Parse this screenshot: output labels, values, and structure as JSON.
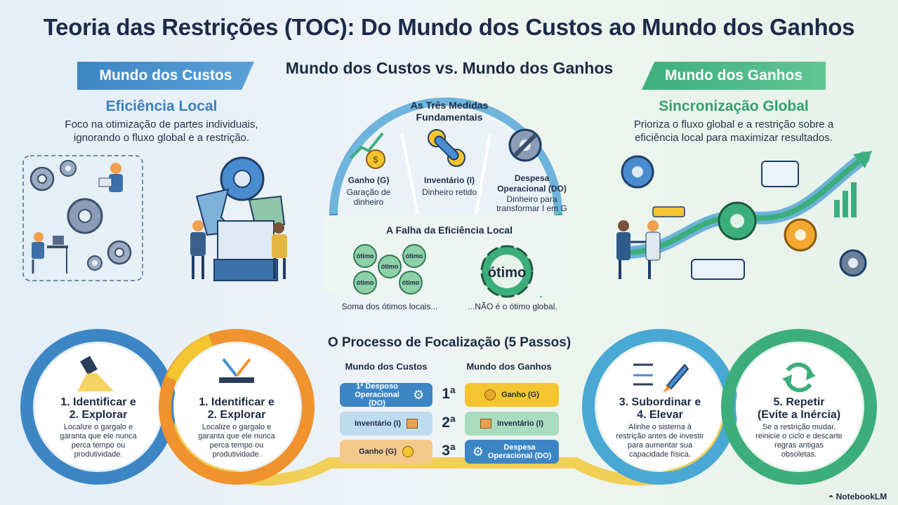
{
  "title": "Teoria das Restrições (TOC): Do Mundo dos Custos ao Mundo dos Ganhos",
  "center_heading": "Mundo dos Custos vs. Mundo dos Ganhos",
  "left": {
    "banner": "Mundo dos Custos",
    "subtitle": "Eficiência Local",
    "desc_line1": "Foco na otimização de partes individuais,",
    "desc_line2": "ignorando o fluxo global e a restrição."
  },
  "right": {
    "banner": "Mundo dos Ganhos",
    "subtitle": "Sincronização Global",
    "desc_line1": "Prioriza o fluxo global e a restrição sobre a",
    "desc_line2": "eficiência local para maximizar resultados."
  },
  "measures": {
    "heading_line1": "As Três Medidas",
    "heading_line2": "Fundamentais",
    "ganho": {
      "title": "Ganho (G)",
      "desc1": "Garação de",
      "desc2": "dinheiro"
    },
    "inventario": {
      "title": "Inventário (I)",
      "desc1": "Dinheiro retido"
    },
    "despesa": {
      "title1": "Despesa",
      "title2": "Operacional (DO)",
      "desc1": "Dinheiro para",
      "desc2": "transformar I em G"
    }
  },
  "failure": {
    "heading": "A Falha da Eficiência Local",
    "bubble": "ótimo",
    "big_bubble": "ótimo",
    "caption_left": "Soma dos ótimos locais...",
    "caption_right": "...NÃO é o ótimo global."
  },
  "process": {
    "heading": "O Processo de Focalização (5 Passos)",
    "col_custos": "Mundo dos Custos",
    "col_ganhos": "Mundo dos Ganhos",
    "ranks": [
      "1ª",
      "2ª",
      "3ª"
    ],
    "custos_items": [
      "1ª Desposo Operacional (DO)",
      "Inventário (I)",
      "Ganho (G)"
    ],
    "custos_item1_line1": "1ª Desposo",
    "custos_item1_line2": "Operacional (DO)",
    "ganhos_items": [
      "Ganho (G)",
      "Inventário (I)",
      "Despesa Operacional (DO)"
    ],
    "ganhos_item3_line1": "Despesa",
    "ganhos_item3_line2": "Operacional (DO)"
  },
  "steps": [
    {
      "title1": "1. Identificar e",
      "title2": "2. Explorar",
      "desc": [
        "Localize o gargalo e",
        "garanta que ele nunca",
        "perca tempo ou",
        "produtividade."
      ]
    },
    {
      "title1": "1. Identificar e",
      "title2": "2. Explorar",
      "desc": [
        "Localize o gargalo e",
        "garanta que ele nunca",
        "perca tempo ou",
        "produtividade."
      ]
    },
    {
      "title1": "3. Subordinar e",
      "title2": "4. Elevar",
      "desc": [
        "Alinhe o sistema à",
        "restrição antes de investir",
        "para aumentar sua",
        "capacidade física."
      ]
    },
    {
      "title1": "5. Repetir",
      "title2": "(Evite a Inércia)",
      "desc": [
        "Se a restrição mudar,",
        "reinicie o ciclo e descarte",
        "regras antigas",
        "obsoletas."
      ]
    }
  ],
  "branding": "NotebookLM",
  "colors": {
    "blue": "#3d86c6",
    "green": "#3cae7c",
    "orange": "#f0922e",
    "yellow": "#f3c62f",
    "navy": "#1d2a48"
  }
}
